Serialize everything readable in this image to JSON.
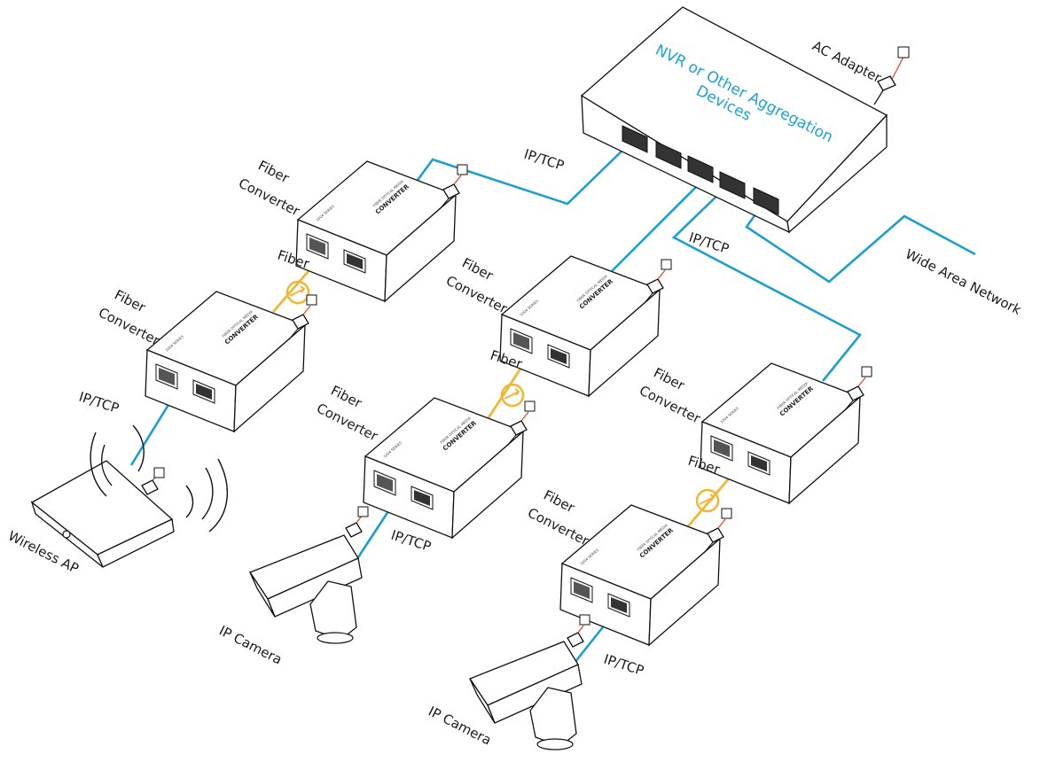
{
  "hub": {
    "line1": "NVR or Other Aggregation",
    "line2": "Devices",
    "ac_adapter": "AC Adapter",
    "wan": "Wide Area Network"
  },
  "converter_face": {
    "brand_small": "FIBER OPTICAL MEDIA",
    "brand_big": "CONVERTER",
    "series": "1004 SERIES"
  },
  "labels": {
    "fiber_converter_line1": "Fiber",
    "fiber_converter_line2": "Converter",
    "fiber": "Fiber",
    "ip_tcp": "IP/TCP",
    "wireless_ap": "Wireless AP",
    "ip_camera": "IP Camera"
  },
  "colors": {
    "network_cable": "#1a9fd0",
    "fiber_cable": "#f2b632",
    "power_cable": "#e14a2a",
    "hub_text": "#1aa3d6"
  }
}
